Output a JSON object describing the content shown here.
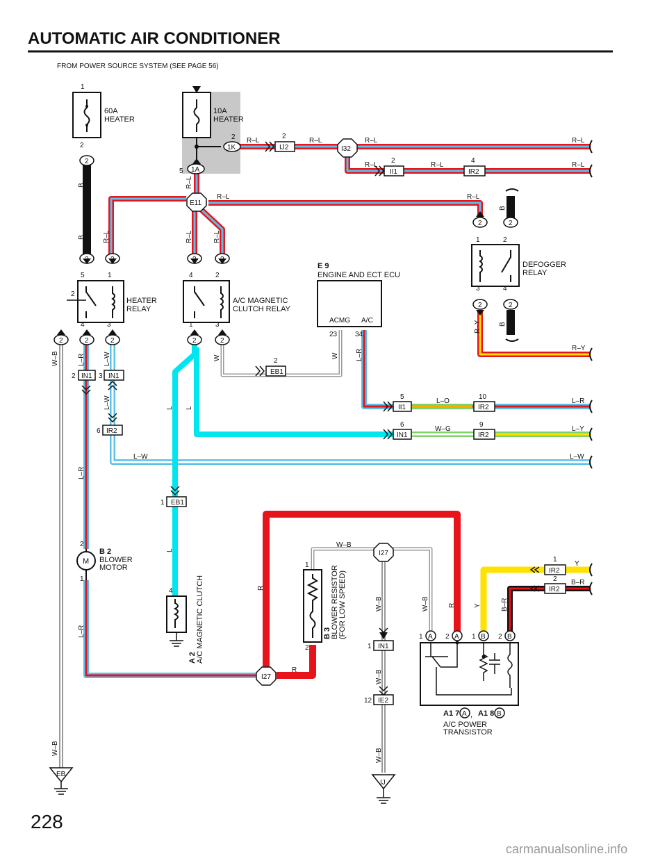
{
  "page": {
    "title": "AUTOMATIC AIR CONDITIONER",
    "page_number": "228",
    "watermark": "carmanualsonline.info",
    "power_source_note": "FROM POWER SOURCE SYSTEM (SEE PAGE 56)"
  },
  "colors": {
    "red": "#e8141c",
    "blue": "#5bc0e8",
    "cyan": "#00e5ee",
    "black": "#111111",
    "yellow": "#ffe200",
    "green": "#7fd26a",
    "grey_box": "#c8c8c8",
    "grey_wire": "#9a9a9a"
  },
  "components": {
    "fuse_60a": "60A\nHEATER",
    "fuse_10a": "10A\nHEATER",
    "heater_relay": "HEATER\nRELAY",
    "ac_clutch_relay": "A/C MAGNETIC\nCLUTCH RELAY",
    "defogger_relay": "DEFOGGER\nRELAY",
    "ecu_code": "E 9",
    "ecu_name": "ENGINE AND ECT ECU",
    "ecu_pin_acmg": "ACMG",
    "ecu_pin_ac": "A/C",
    "blower_motor_code": "B 2",
    "blower_motor_name": "BLOWER\nMOTOR",
    "motor_symbol": "M",
    "clutch_code": "A 2",
    "clutch_name": "A/C MAGNETIC CLUTCH",
    "resistor_code": "B 3",
    "resistor_name": "BLOWER RESISTOR\n(FOR LOW SPEED)",
    "transistor_code_a": "A1 7",
    "transistor_code_b": "A1 8",
    "transistor_sep": ",",
    "transistor_name": "A/C POWER\nTRANSISTOR"
  },
  "connectors": {
    "c_1K": "1K",
    "c_1A": "1A",
    "c_IJ2": "IJ2",
    "c_I32": "I32",
    "c_II1": "II1",
    "c_IR2": "IR2",
    "c_E11": "E11",
    "c_IN1": "IN1",
    "c_EB1": "EB1",
    "c_I27": "I27",
    "c_IE2": "IE2",
    "c_EB": "EB",
    "c_IJ": "IJ",
    "c_A": "A",
    "c_B": "B",
    "c_2": "2"
  },
  "wires": {
    "RL": "R–L",
    "B": "B",
    "RY": "R–Y",
    "LR": "L–R",
    "LW": "L–W",
    "W": "W",
    "L": "L",
    "LO": "L–O",
    "WG": "W–G",
    "LY": "L–Y",
    "WB": "W–B",
    "R": "R",
    "Y": "Y",
    "BR": "B–R"
  },
  "pins": {
    "p1": "1",
    "p2": "2",
    "p3": "3",
    "p4": "4",
    "p5": "5",
    "p6": "6",
    "p9": "9",
    "p10": "10",
    "p12": "12",
    "p23": "23",
    "p34": "34"
  }
}
